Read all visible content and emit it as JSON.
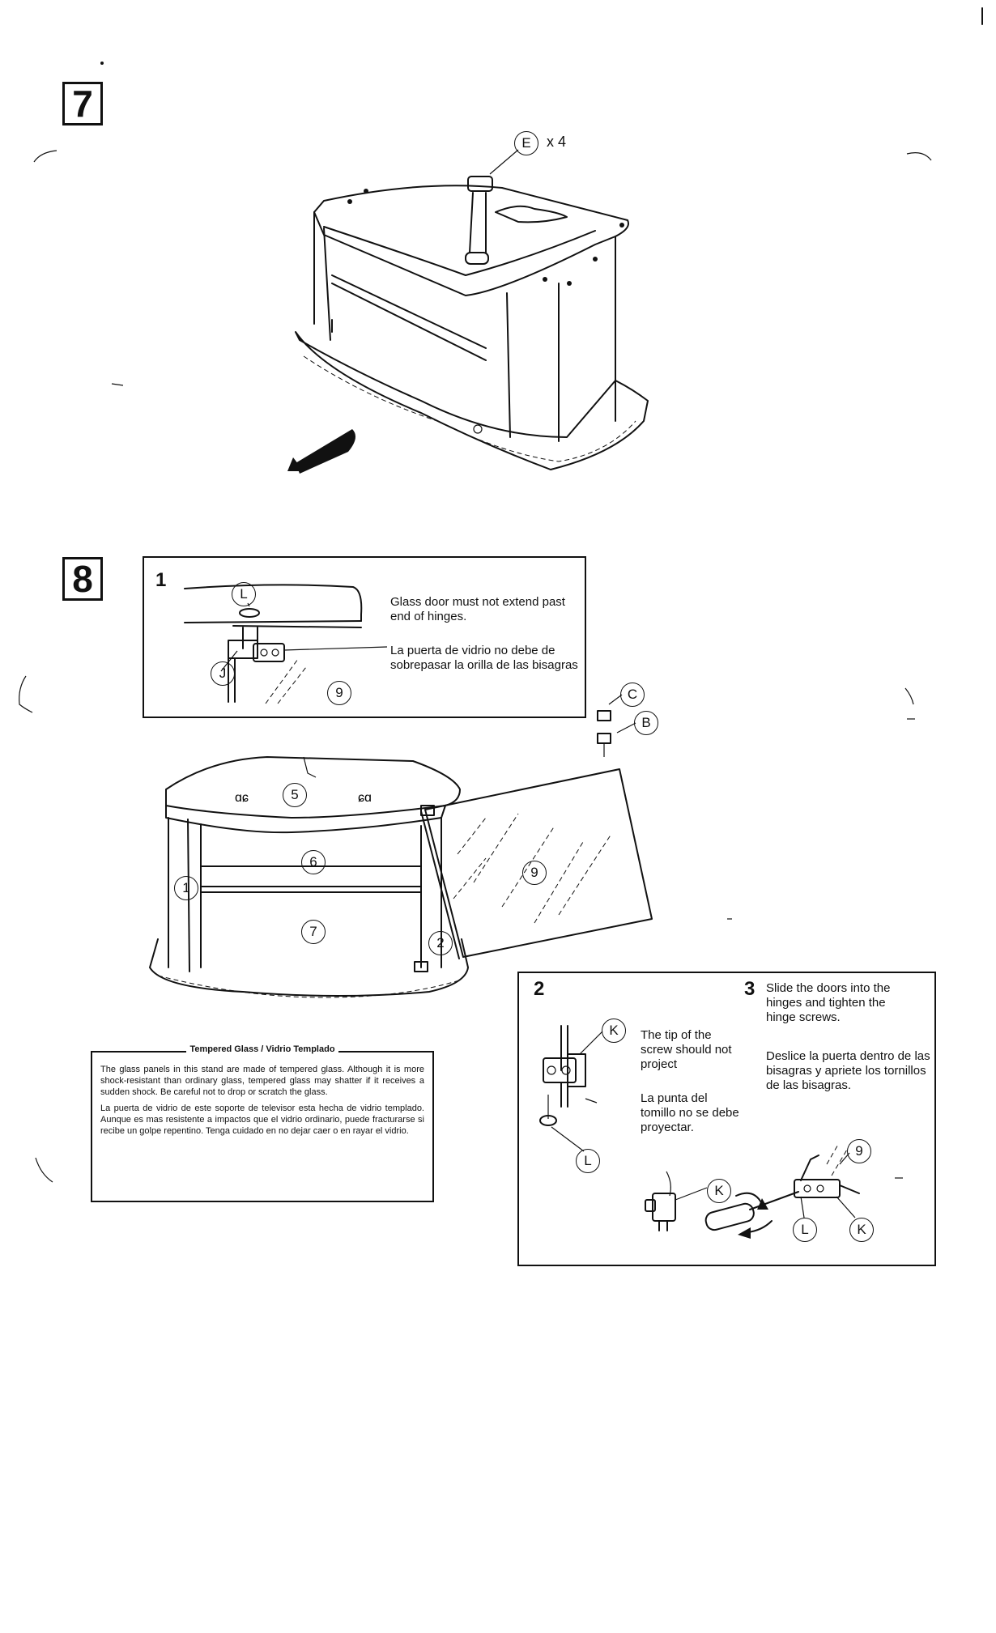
{
  "steps": {
    "step7": {
      "number": "7",
      "part_count": "x 4",
      "labels": [
        "E"
      ]
    },
    "step8": {
      "number": "8",
      "detail1": {
        "number": "1",
        "note_en": "Glass door must not extend past end of hinges.",
        "note_es": "La puerta de vidrio no debe de sobrepasar la orilla de las bisagras",
        "labels": [
          "L",
          "J",
          "9"
        ]
      },
      "callouts_top_right": [
        "C",
        "B"
      ],
      "assembly_labels": [
        "5",
        "6",
        "7",
        "1",
        "2",
        "9"
      ],
      "detail2": {
        "number": "2",
        "note_en": "The tip of the screw should not project",
        "note_es": "La punta del tomillo no se debe proyectar.",
        "labels": [
          "K",
          "L",
          "K"
        ]
      },
      "detail3": {
        "number": "3",
        "note_en": "Slide the doors into the hinges and tighten the hinge screws.",
        "note_es": "Deslice la puerta dentro de las bisagras y apriete los tornillos de las bisagras.",
        "labels": [
          "9",
          "L",
          "K"
        ]
      }
    }
  },
  "notice": {
    "title": "Tempered Glass / Vidrio Templado",
    "paragraph_en": "The glass panels in this stand are made of tempered glass. Although it is more shock-resistant than ordinary glass, tempered glass may shatter if it receives a sudden shock. Be careful not to drop or scratch the glass.",
    "paragraph_es": "La puerta de vidrio de este soporte de televisor esta hecha de vidrio templado. Aunque es mas resistente a impactos que el vidrio ordinario, puede fracturarse si recibe un golpe repentino. Tenga cuidado en no dejar caer o en rayar el vidrio."
  }
}
